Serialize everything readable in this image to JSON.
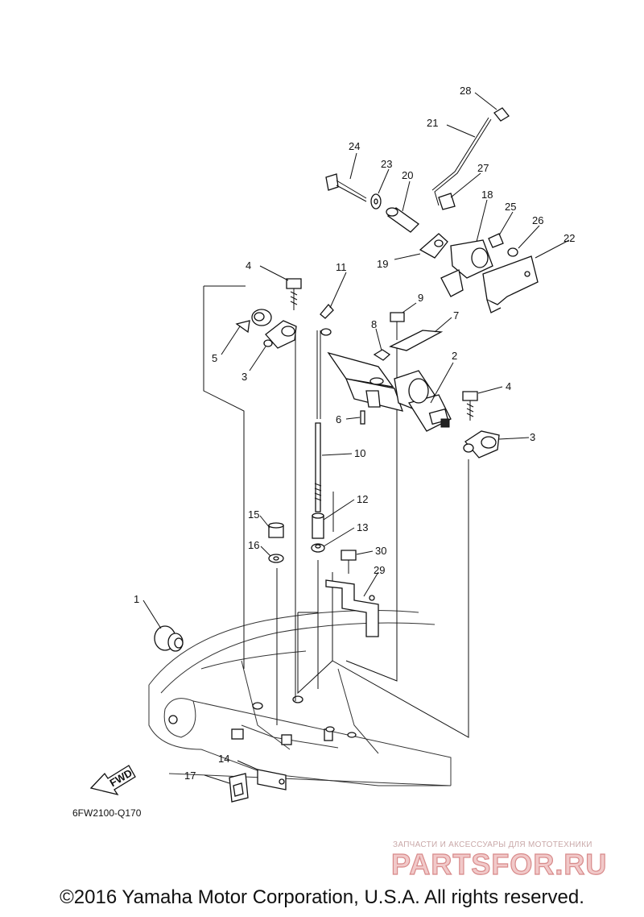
{
  "diagram_code": "6FW2100-Q170",
  "fwd_arrow_label": "FWD",
  "copyright": "©2016 Yamaha Motor Corporation, U.S.A. All rights reserved.",
  "watermark": {
    "tagline": "ЗАПЧАСТИ И АКСЕССУАРЫ ДЛЯ МОТОТЕХНИКИ",
    "brand": "PARTSFOR.RU"
  },
  "callouts": {
    "c1": "1",
    "c2": "2",
    "c3a": "3",
    "c3b": "3",
    "c4a": "4",
    "c4b": "4",
    "c5": "5",
    "c6": "6",
    "c7": "7",
    "c8": "8",
    "c9": "9",
    "c10": "10",
    "c11": "11",
    "c12": "12",
    "c13": "13",
    "c14": "14",
    "c15": "15",
    "c16": "16",
    "c17": "17",
    "c18": "18",
    "c19": "19",
    "c20": "20",
    "c21": "21",
    "c22": "22",
    "c23": "23",
    "c24": "24",
    "c25": "25",
    "c26": "26",
    "c27": "27",
    "c28": "28",
    "c29": "29",
    "c30": "30"
  }
}
